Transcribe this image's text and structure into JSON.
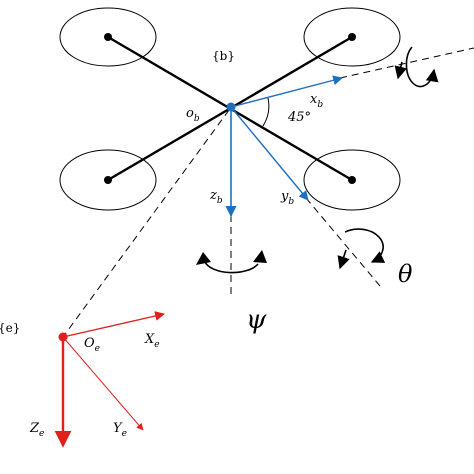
{
  "labels": {
    "body_frame": "{b}",
    "earth_frame": "{e}",
    "body_origin": "o",
    "body_origin_sub": "b",
    "xb": "x",
    "xb_sub": "b",
    "yb": "y",
    "yb_sub": "b",
    "zb": "z",
    "zb_sub": "b",
    "angle": "45°",
    "theta": "θ",
    "psi": "ψ",
    "earth_origin": "O",
    "earth_origin_sub": "e",
    "Xe": "X",
    "Xe_sub": "e",
    "Ye": "Y",
    "Ye_sub": "e",
    "Ze": "Z",
    "Ze_sub": "e"
  },
  "colors": {
    "frame_line": "#000000",
    "body_axes": "#1f6fbf",
    "earth_axes": "#e0201b"
  }
}
